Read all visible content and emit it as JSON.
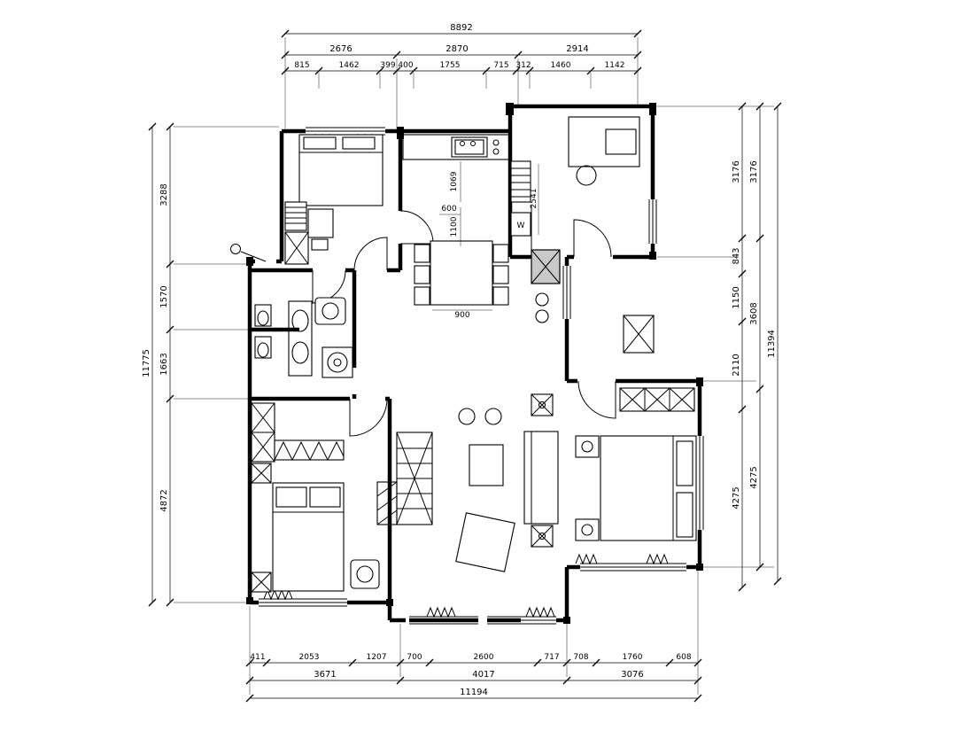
{
  "drawing": {
    "top": {
      "overall": "8892",
      "row2": [
        "2676",
        "2870",
        "2914"
      ],
      "row3": [
        "815",
        "1462",
        "399",
        "400",
        "1755",
        "715",
        "312",
        "1460",
        "1142"
      ]
    },
    "left": {
      "overall": "11775",
      "segments": [
        "3288",
        "1570",
        "1663",
        "4872"
      ]
    },
    "right": {
      "overall": "11394",
      "inner": [
        "3176",
        "843",
        "1150",
        "2110",
        "4275"
      ],
      "outer": [
        "3176",
        "3608",
        "4275"
      ]
    },
    "bottom": {
      "overall": "11194",
      "row1": [
        "411",
        "2053",
        "1207",
        "700",
        "2600",
        "717",
        "708",
        "1760",
        "608"
      ],
      "row2": [
        "3671",
        "4017",
        "3076"
      ]
    },
    "interior": {
      "kitchen_depth": "1069",
      "counter_width": "600",
      "aisle_width": "1100",
      "utility_height": "2541",
      "table_width": "900",
      "washer_label": "W"
    }
  }
}
